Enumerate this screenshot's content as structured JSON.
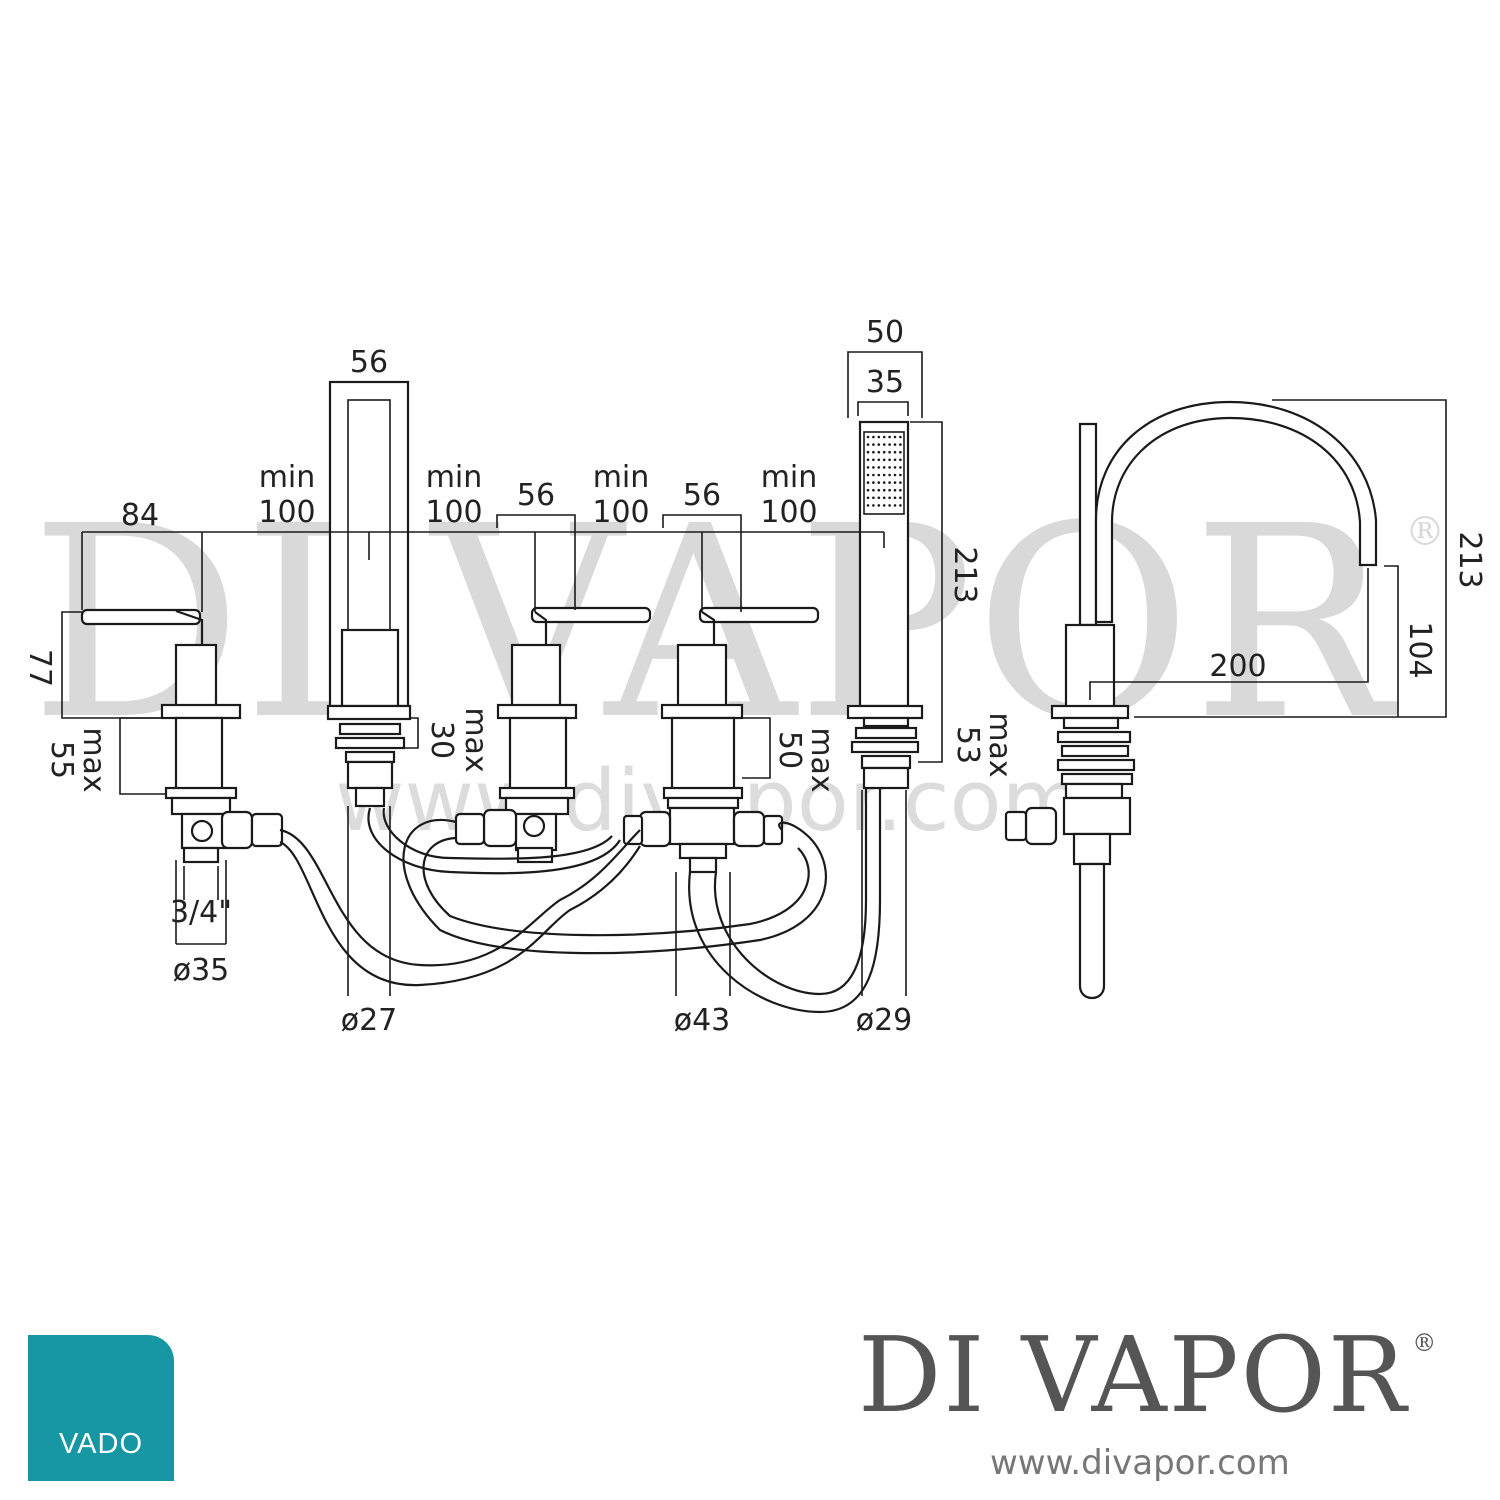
{
  "watermark": {
    "name": "DI VAPOR",
    "registered": "®",
    "url": "www.divapor.com"
  },
  "dimensions": {
    "handle_reach_left": "84",
    "min_label": "min",
    "spacing_100": "100",
    "spout_width": "56",
    "valve_width_center": "56",
    "valve_width_right": "56",
    "handset_width_outer": "50",
    "handset_width_inner": "35",
    "handset_height": "213",
    "spout_height": "213",
    "spout_reach": "200",
    "spout_outlet_height": "104",
    "handle_height": "77",
    "max_label": "max",
    "deck_max_left": "55",
    "deck_max_spout": "30",
    "deck_max_diverter": "50",
    "deck_max_handset": "53",
    "thread": "3/4\"",
    "dia_left": "ø35",
    "dia_spout": "ø27",
    "dia_diverter": "ø43",
    "dia_handset": "ø29"
  },
  "branding": {
    "vado_label": "VADO",
    "vado_color": "#1797a4",
    "brand_name": "DI VAPOR",
    "brand_mark": "®",
    "brand_url": "www.divapor.com"
  }
}
